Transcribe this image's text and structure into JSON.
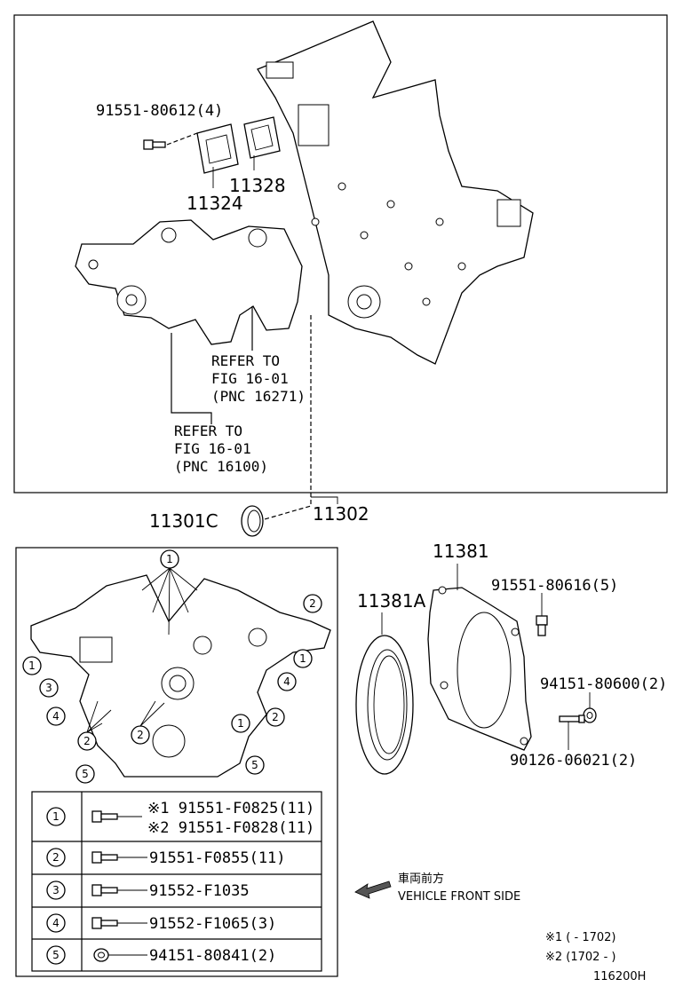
{
  "callouts": {
    "bolt_top": "91551-80612(4)",
    "gasket_a": "11324",
    "gasket_b": "11328",
    "refer1_l1": "REFER TO",
    "refer1_l2": "FIG 16-01",
    "refer1_l3": "(PNC 16271)",
    "refer2_l1": "REFER TO",
    "refer2_l2": "FIG 16-01",
    "refer2_l3": "(PNC 16100)",
    "seal_front": "11301C",
    "timing_cover": "11302",
    "retainer": "11381",
    "rear_seal": "11381A",
    "bolt_retainer": "91551-80616(5)",
    "nut_retainer": "94151-80600(2)",
    "stud_retainer": "90126-06021(2)"
  },
  "markers": [
    "1",
    "1",
    "1",
    "2",
    "2",
    "2",
    "2",
    "1",
    "3",
    "4",
    "4",
    "2",
    "5",
    "5"
  ],
  "fastener_table": {
    "rows": [
      {
        "num": "1",
        "lines": [
          "※1 91551-F0825(11)",
          "※2 91551-F0828(11)"
        ],
        "icon": "bolt-icon"
      },
      {
        "num": "2",
        "lines": [
          "91551-F0855(11)"
        ],
        "icon": "bolt-icon"
      },
      {
        "num": "3",
        "lines": [
          "91552-F1035"
        ],
        "icon": "bolt-icon"
      },
      {
        "num": "4",
        "lines": [
          "91552-F1065(3)"
        ],
        "icon": "bolt-icon"
      },
      {
        "num": "5",
        "lines": [
          "94151-80841(2)"
        ],
        "icon": "nut-icon"
      }
    ]
  },
  "direction": {
    "jp": "車両前方",
    "en": "VEHICLE FRONT SIDE"
  },
  "notes": {
    "note1": "※1 (      - 1702)",
    "note2": "※2 (1702 -      )"
  },
  "figure_code": "116200H"
}
